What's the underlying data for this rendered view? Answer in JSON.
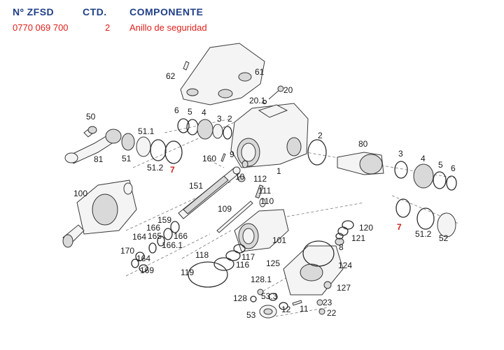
{
  "header": {
    "col_code": "Nº ZFSD",
    "col_qty": "CTD.",
    "col_component": "COMPONENTE"
  },
  "row": {
    "code": "0770 069 700",
    "qty": "2",
    "component": "Anillo de seguridad"
  },
  "colors": {
    "header": "#1f3f87",
    "highlight": "#e0201b"
  },
  "callouts": [
    {
      "id": "c62",
      "text": "62"
    },
    {
      "id": "c61",
      "text": "61"
    },
    {
      "id": "c20",
      "text": "20"
    },
    {
      "id": "c201",
      "text": "20.1"
    },
    {
      "id": "c50",
      "text": "50"
    },
    {
      "id": "c6a",
      "text": "6"
    },
    {
      "id": "c5a",
      "text": "5"
    },
    {
      "id": "c4a",
      "text": "4"
    },
    {
      "id": "c3a",
      "text": "3"
    },
    {
      "id": "c2a",
      "text": "2"
    },
    {
      "id": "c511a",
      "text": "51.1"
    },
    {
      "id": "c81",
      "text": "81"
    },
    {
      "id": "c51a",
      "text": "51"
    },
    {
      "id": "c512a",
      "text": "51.2"
    },
    {
      "id": "c7a",
      "text": "7"
    },
    {
      "id": "c160",
      "text": "160"
    },
    {
      "id": "c9",
      "text": "9"
    },
    {
      "id": "c1",
      "text": "1"
    },
    {
      "id": "c2b",
      "text": "2"
    },
    {
      "id": "c80",
      "text": "80"
    },
    {
      "id": "c3b",
      "text": "3"
    },
    {
      "id": "c4b",
      "text": "4"
    },
    {
      "id": "c5b",
      "text": "5"
    },
    {
      "id": "c6b",
      "text": "6"
    },
    {
      "id": "c10",
      "text": "10"
    },
    {
      "id": "c112",
      "text": "112"
    },
    {
      "id": "c151",
      "text": "151"
    },
    {
      "id": "c100",
      "text": "100"
    },
    {
      "id": "c111",
      "text": "111"
    },
    {
      "id": "c110",
      "text": "110"
    },
    {
      "id": "c109",
      "text": "109"
    },
    {
      "id": "c7b",
      "text": "7"
    },
    {
      "id": "c512b",
      "text": "51.2"
    },
    {
      "id": "c52",
      "text": "52"
    },
    {
      "id": "c159",
      "text": "159"
    },
    {
      "id": "c166a",
      "text": "166"
    },
    {
      "id": "c166b",
      "text": "166"
    },
    {
      "id": "c165",
      "text": "165"
    },
    {
      "id": "c1661",
      "text": "166.1"
    },
    {
      "id": "c164a",
      "text": "164"
    },
    {
      "id": "c120",
      "text": "120"
    },
    {
      "id": "c121",
      "text": "121"
    },
    {
      "id": "c101",
      "text": "101"
    },
    {
      "id": "c8",
      "text": "8"
    },
    {
      "id": "c170",
      "text": "170"
    },
    {
      "id": "c164b",
      "text": "164"
    },
    {
      "id": "c169",
      "text": "169"
    },
    {
      "id": "c118",
      "text": "118"
    },
    {
      "id": "c117",
      "text": "117"
    },
    {
      "id": "c116",
      "text": "116"
    },
    {
      "id": "c125",
      "text": "125"
    },
    {
      "id": "c124",
      "text": "124"
    },
    {
      "id": "c119",
      "text": "119"
    },
    {
      "id": "c1281",
      "text": "128.1"
    },
    {
      "id": "c127",
      "text": "127"
    },
    {
      "id": "c128",
      "text": "128"
    },
    {
      "id": "c533",
      "text": "53.3"
    },
    {
      "id": "c23",
      "text": "23"
    },
    {
      "id": "c53",
      "text": "53"
    },
    {
      "id": "c12",
      "text": "12"
    },
    {
      "id": "c11",
      "text": "11"
    },
    {
      "id": "c22",
      "text": "22"
    }
  ]
}
